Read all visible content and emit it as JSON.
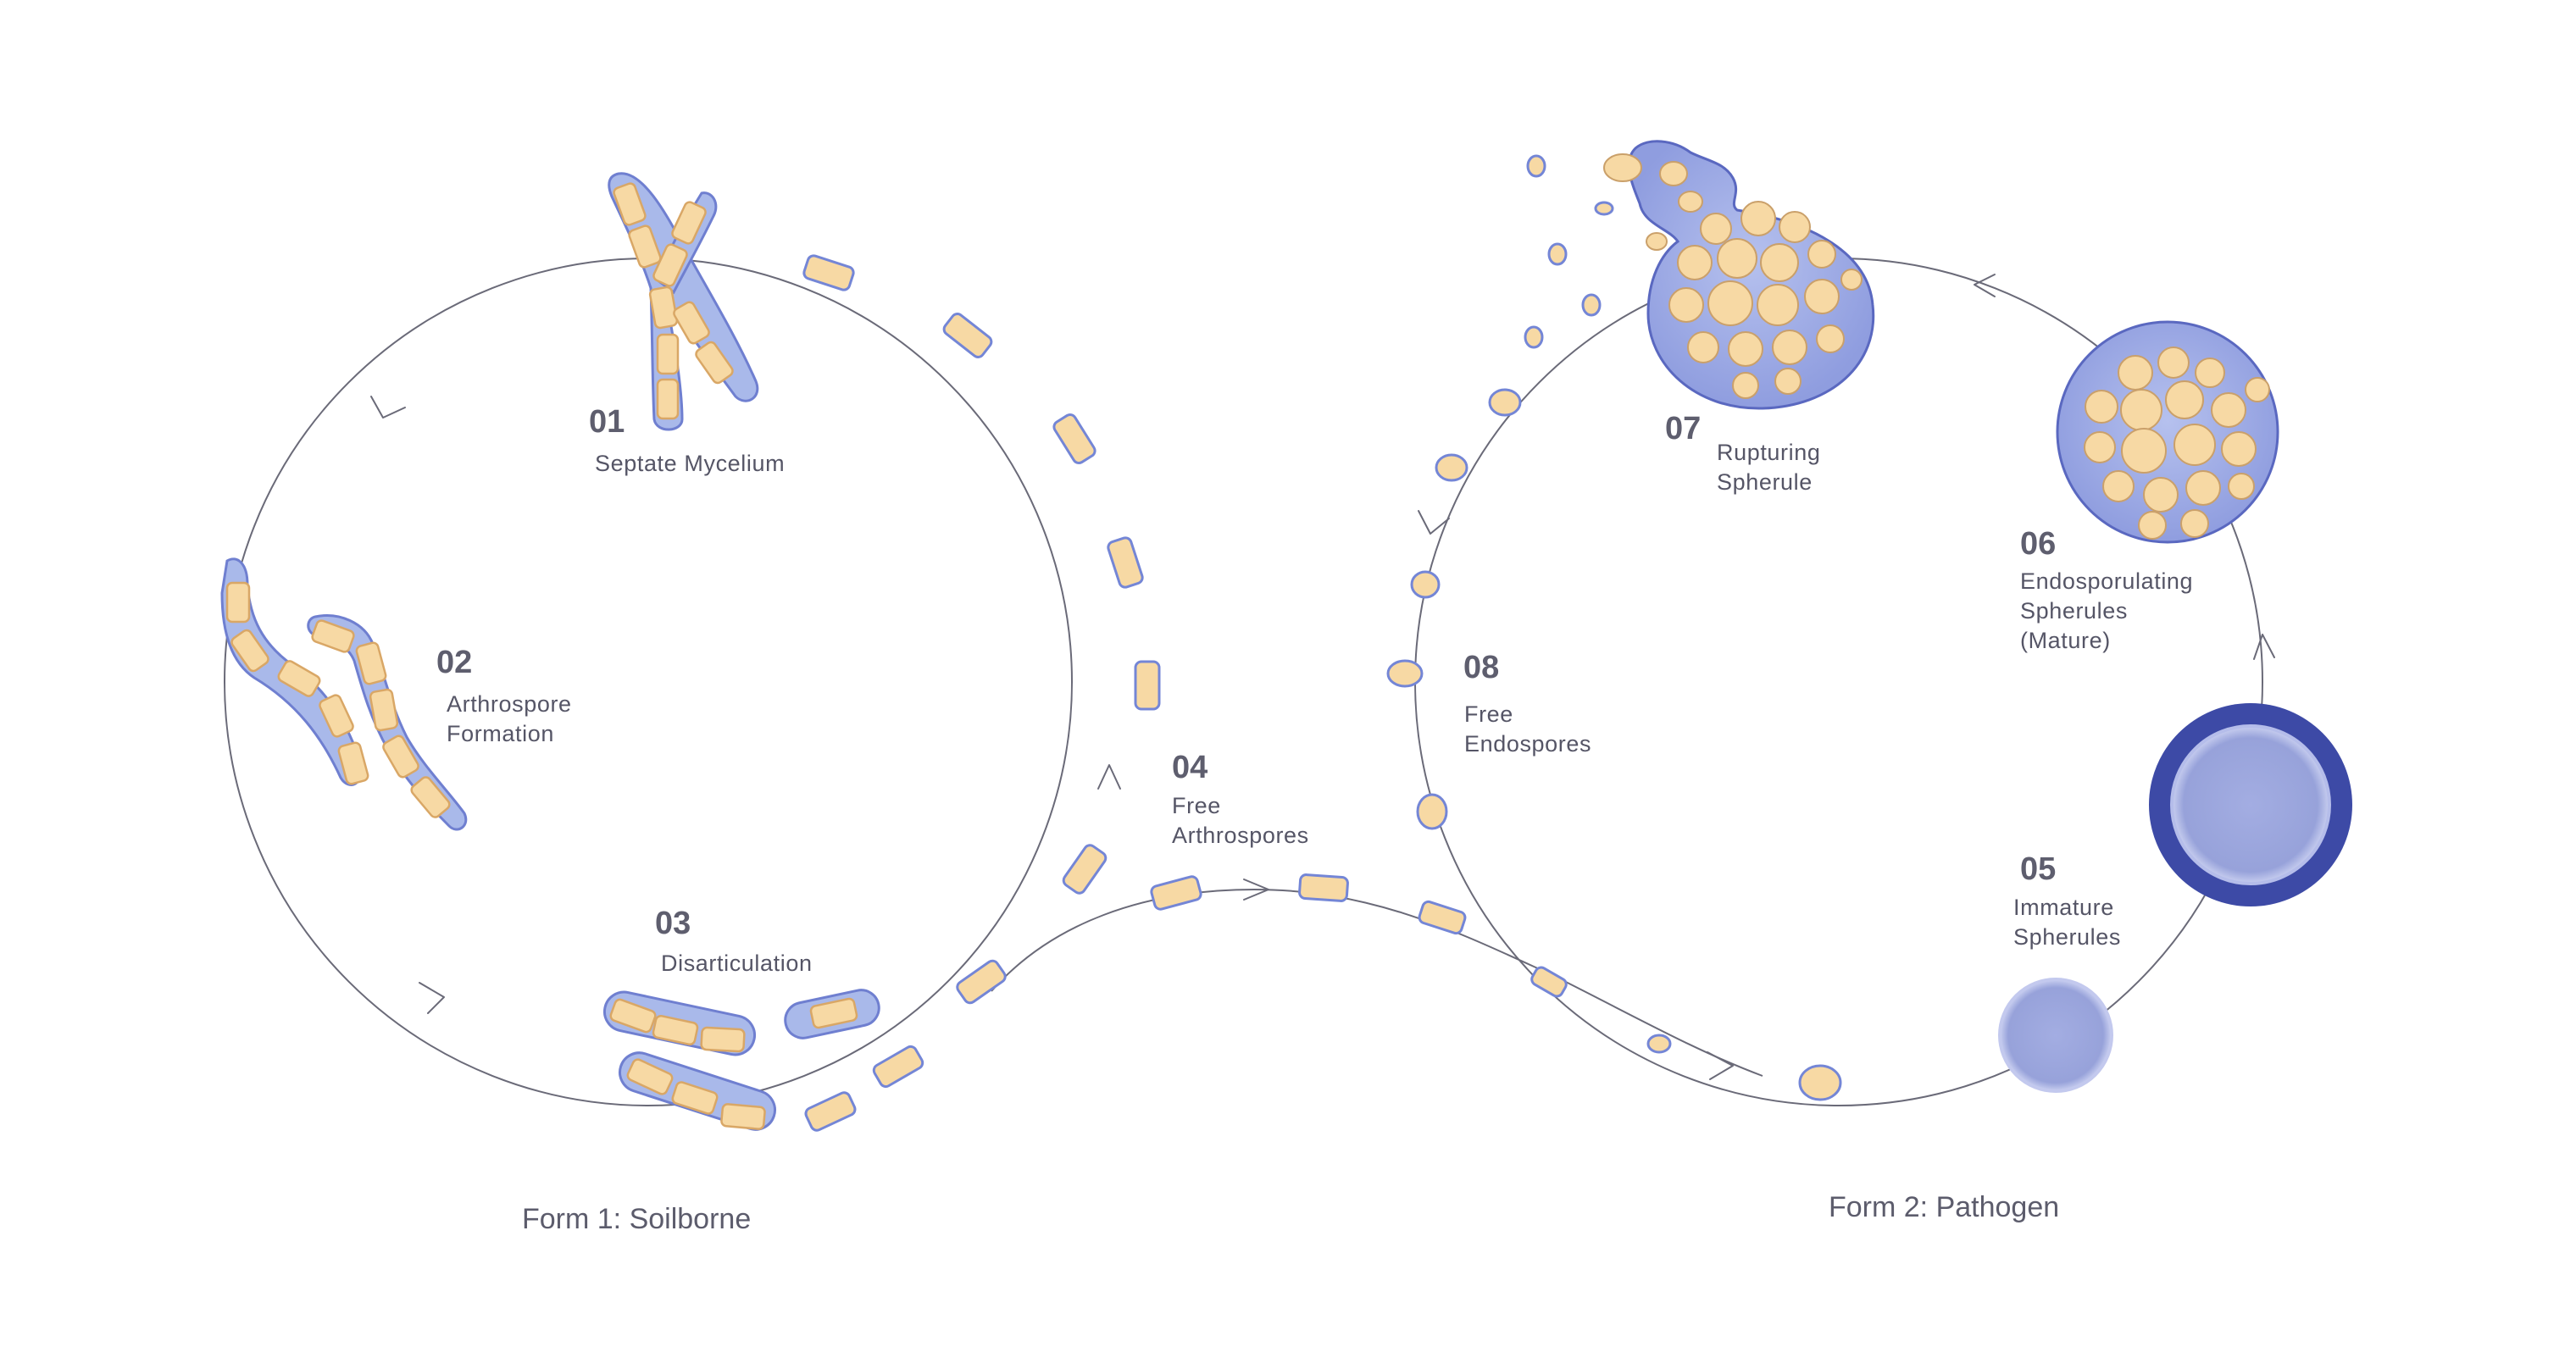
{
  "stages": [
    {
      "number": "01",
      "label_lines": [
        "Septate Mycelium"
      ]
    },
    {
      "number": "02",
      "label_lines": [
        "Arthrospore",
        "Formation"
      ]
    },
    {
      "number": "03",
      "label_lines": [
        "Disarticulation"
      ]
    },
    {
      "number": "04",
      "label_lines": [
        "Free",
        "Arthrospores"
      ]
    },
    {
      "number": "05",
      "label_lines": [
        "Immature",
        "Spherules"
      ]
    },
    {
      "number": "06",
      "label_lines": [
        "Endosporulating",
        "Spherules",
        "(Mature)"
      ]
    },
    {
      "number": "07",
      "label_lines": [
        "Rupturing",
        "Spherule"
      ]
    },
    {
      "number": "08",
      "label_lines": [
        "Free",
        "Endospores"
      ]
    }
  ],
  "forms": [
    {
      "label": "Form 1: Soilborne"
    },
    {
      "label": "Form 2: Pathogen"
    }
  ],
  "colors": {
    "spore_fill": "#f7d9a4",
    "sheath_fill": "#a9b9ea",
    "sheath_stroke": "#6f7fd0",
    "spherule_dark": "#3d4aa6",
    "spherule_light": "#97a2da",
    "line": "#6a6a78"
  }
}
